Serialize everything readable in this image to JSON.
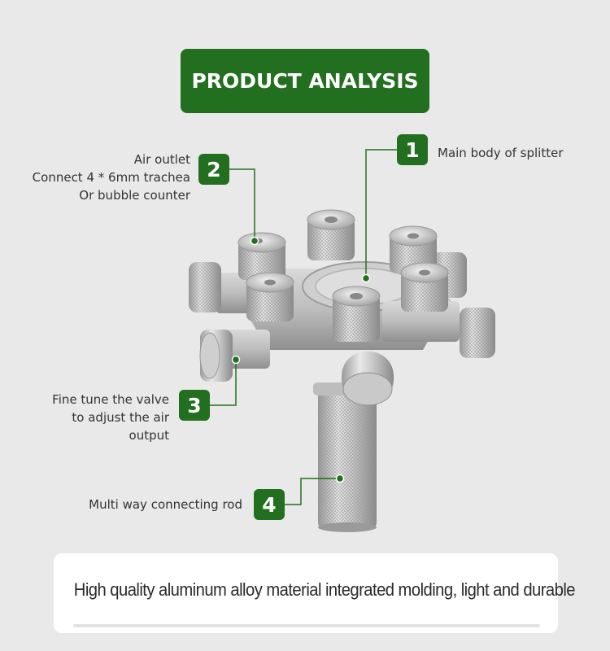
{
  "header": {
    "title": "PRODUCT ANALYSIS"
  },
  "callouts": [
    {
      "number": "1",
      "lines": [
        "Main body of splitter"
      ]
    },
    {
      "number": "2",
      "lines": [
        "Air outlet",
        "Connect 4 * 6mm trachea",
        "Or bubble counter"
      ]
    },
    {
      "number": "3",
      "lines": [
        "Fine tune the valve",
        "to adjust the air",
        "output"
      ]
    },
    {
      "number": "4",
      "lines": [
        "Multi way connecting rod"
      ]
    }
  ],
  "footer": {
    "text": "High quality aluminum alloy material integrated molding, light and durable"
  },
  "colors": {
    "accent": "#226f1f",
    "background": "#e9e9e9",
    "card": "#ffffff"
  }
}
